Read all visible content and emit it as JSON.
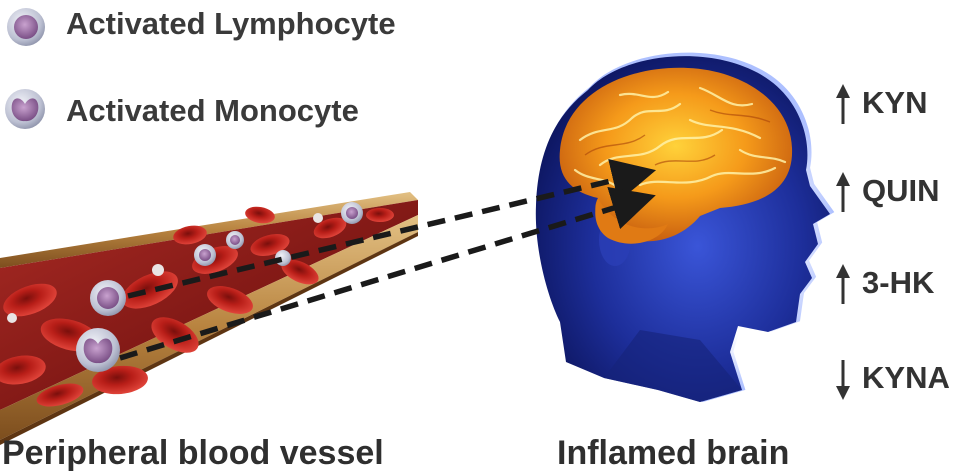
{
  "legend": {
    "items": [
      {
        "label": "Activated Lymphocyte",
        "icon": "lymphocyte-cell-icon"
      },
      {
        "label": "Activated Monocyte",
        "icon": "monocyte-cell-icon"
      }
    ]
  },
  "markers": [
    {
      "label": "KYN",
      "direction": "up",
      "icon": "arrow-up-icon"
    },
    {
      "label": "QUIN",
      "direction": "up",
      "icon": "arrow-up-icon"
    },
    {
      "label": "3-HK",
      "direction": "up",
      "icon": "arrow-up-icon"
    },
    {
      "label": "KYNA",
      "direction": "down",
      "icon": "arrow-down-icon"
    }
  ],
  "captions": {
    "vessel": "Peripheral blood vessel",
    "brain": "Inflamed brain"
  },
  "colors": {
    "text": "#3a3a3a",
    "vessel_wall": "#c9a064",
    "vessel_lumen": "#8a1f1c",
    "red_cell": "#c0221c",
    "immune_cell": "#b8bccc",
    "immune_nucleus": "#8e6a96",
    "head": "#1e2f96",
    "brain": "#f39a1c",
    "dashed_arrow": "#1a1a1a"
  }
}
